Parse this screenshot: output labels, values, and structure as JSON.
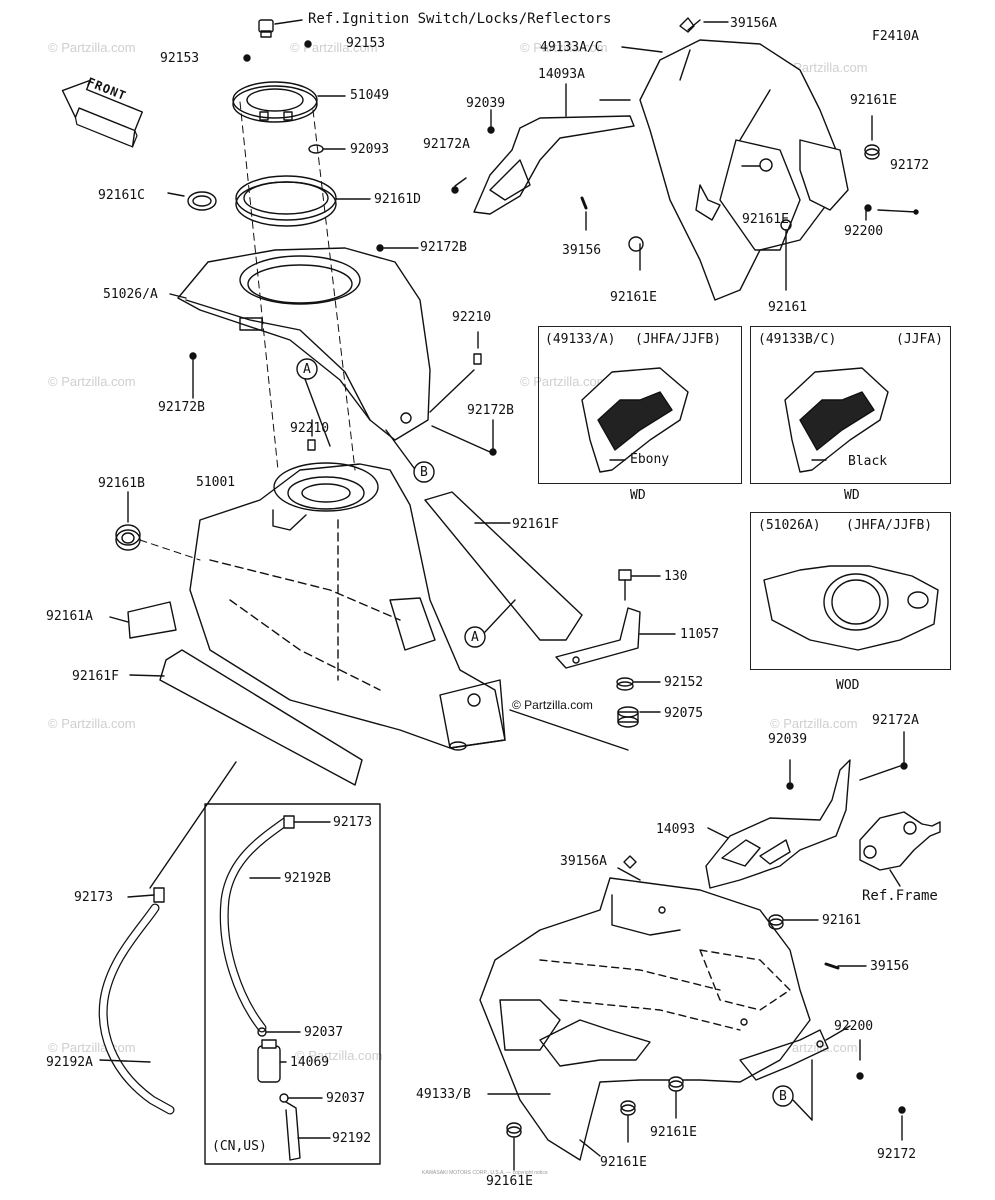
{
  "diagram_code": "F2410A",
  "ref_ignition": "Ref.Ignition Switch/Locks/Reflectors",
  "front_label": "FRONT",
  "copyright": "© Partzilla.com",
  "watermark": "© Partzilla.com",
  "footnote": "KAWASAKI MOTORS CORP., U.S.A. — copyright notice",
  "ref_frame": "Ref.Frame",
  "callouts": {
    "A": "A",
    "B": "B"
  },
  "labels": {
    "p39156A_top": "39156A",
    "p49133AC": "49133A/C",
    "p14093A": "14093A",
    "p92039_top": "92039",
    "p92172A_top": "92172A",
    "p92153_left": "92153",
    "p92153_right": "92153",
    "p51049": "51049",
    "p92093": "92093",
    "p92161C": "92161C",
    "p92161D": "92161D",
    "p92172B_top": "92172B",
    "p51026A": "51026/A",
    "p92210_right": "92210",
    "p92172B_left": "92172B",
    "p92210_mid": "92210",
    "p92172B_right": "92172B",
    "p51001": "51001",
    "p92161B": "92161B",
    "p92161F_right": "92161F",
    "p92161A": "92161A",
    "p92161F_left": "92161F",
    "p130": "130",
    "p11057": "11057",
    "p92152": "92152",
    "p92075": "92075",
    "p92161E_tr": "92161E",
    "p92172_tr": "92172",
    "p92161E_mid": "92161E",
    "p39156_mid": "39156",
    "p92200_tr": "92200",
    "p92161E_low": "92161E",
    "p92161_tr": "92161",
    "p92172A_right": "92172A",
    "p92039_right": "92039",
    "p14093": "14093",
    "p39156A_low": "39156A",
    "p92161_low": "92161",
    "p39156_low": "39156",
    "p92200_low": "92200",
    "p92173_left": "92173",
    "p92173_box": "92173",
    "p92192B": "92192B",
    "p92192A": "92192A",
    "p92037_a": "92037",
    "p14069": "14069",
    "p92037_b": "92037",
    "p92192": "92192",
    "p49133B": "49133/B",
    "p92161E_b1": "92161E",
    "p92161E_b2": "92161E",
    "p92161E_b3": "92161E",
    "p92172_low": "92172"
  },
  "hose_box_note": "(CN,US)",
  "insets": [
    {
      "title_code": "(49133/A)",
      "title_models": "(JHFA/JJFB)",
      "color_label": "Ebony",
      "finish": "WD"
    },
    {
      "title_code": "(49133B/C)",
      "title_models": "(JJFA)",
      "color_label": "Black",
      "finish": "WD"
    },
    {
      "title_code": "(51026A)",
      "title_models": "(JHFA/JJFB)",
      "color_label": "",
      "finish": "WOD"
    }
  ]
}
